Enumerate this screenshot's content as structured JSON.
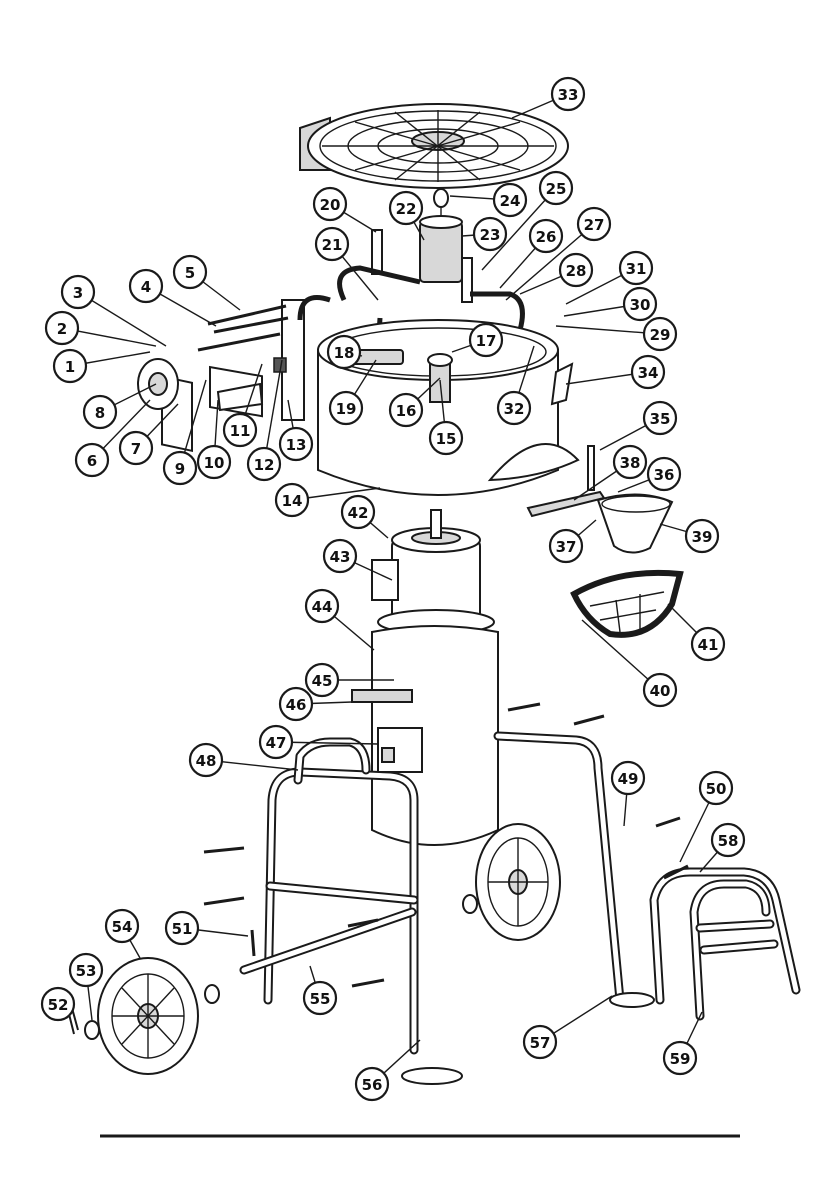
{
  "diagram": {
    "colors": {
      "line": "#1a1a1a",
      "fill": "#ffffff",
      "shade": "#d8d8d8"
    },
    "callouts": [
      {
        "n": "1"
      },
      {
        "n": "2"
      },
      {
        "n": "3"
      },
      {
        "n": "4"
      },
      {
        "n": "5"
      },
      {
        "n": "6"
      },
      {
        "n": "7"
      },
      {
        "n": "8"
      },
      {
        "n": "9"
      },
      {
        "n": "10"
      },
      {
        "n": "11"
      },
      {
        "n": "12"
      },
      {
        "n": "13"
      },
      {
        "n": "14"
      },
      {
        "n": "15"
      },
      {
        "n": "16"
      },
      {
        "n": "17"
      },
      {
        "n": "18"
      },
      {
        "n": "19"
      },
      {
        "n": "20"
      },
      {
        "n": "21"
      },
      {
        "n": "22"
      },
      {
        "n": "23"
      },
      {
        "n": "24"
      },
      {
        "n": "25"
      },
      {
        "n": "26"
      },
      {
        "n": "27"
      },
      {
        "n": "28"
      },
      {
        "n": "29"
      },
      {
        "n": "30"
      },
      {
        "n": "31"
      },
      {
        "n": "32"
      },
      {
        "n": "33"
      },
      {
        "n": "34"
      },
      {
        "n": "35"
      },
      {
        "n": "36"
      },
      {
        "n": "37"
      },
      {
        "n": "38"
      },
      {
        "n": "39"
      },
      {
        "n": "40"
      },
      {
        "n": "41"
      },
      {
        "n": "42"
      },
      {
        "n": "43"
      },
      {
        "n": "44"
      },
      {
        "n": "45"
      },
      {
        "n": "46"
      },
      {
        "n": "47"
      },
      {
        "n": "48"
      },
      {
        "n": "49"
      },
      {
        "n": "50"
      },
      {
        "n": "51"
      },
      {
        "n": "52"
      },
      {
        "n": "53"
      },
      {
        "n": "54"
      },
      {
        "n": "55"
      },
      {
        "n": "56"
      },
      {
        "n": "57"
      },
      {
        "n": "58"
      },
      {
        "n": "59"
      }
    ]
  }
}
